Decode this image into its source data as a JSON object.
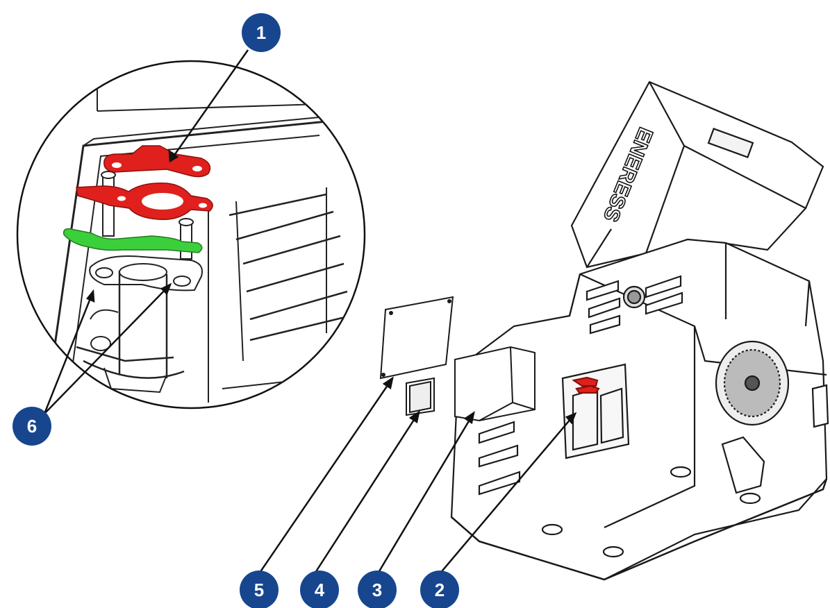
{
  "callouts": [
    {
      "id": "1",
      "label": "1"
    },
    {
      "id": "2",
      "label": "2"
    },
    {
      "id": "3",
      "label": "3"
    },
    {
      "id": "4",
      "label": "4"
    },
    {
      "id": "5",
      "label": "5"
    },
    {
      "id": "6",
      "label": "6"
    }
  ],
  "colors": {
    "callout_fill": "#17468f",
    "gasket_red": "#e0201c",
    "gasket_green": "#3ccf3c",
    "line": "#111111"
  },
  "unit": {
    "brand": "ENERESS"
  }
}
